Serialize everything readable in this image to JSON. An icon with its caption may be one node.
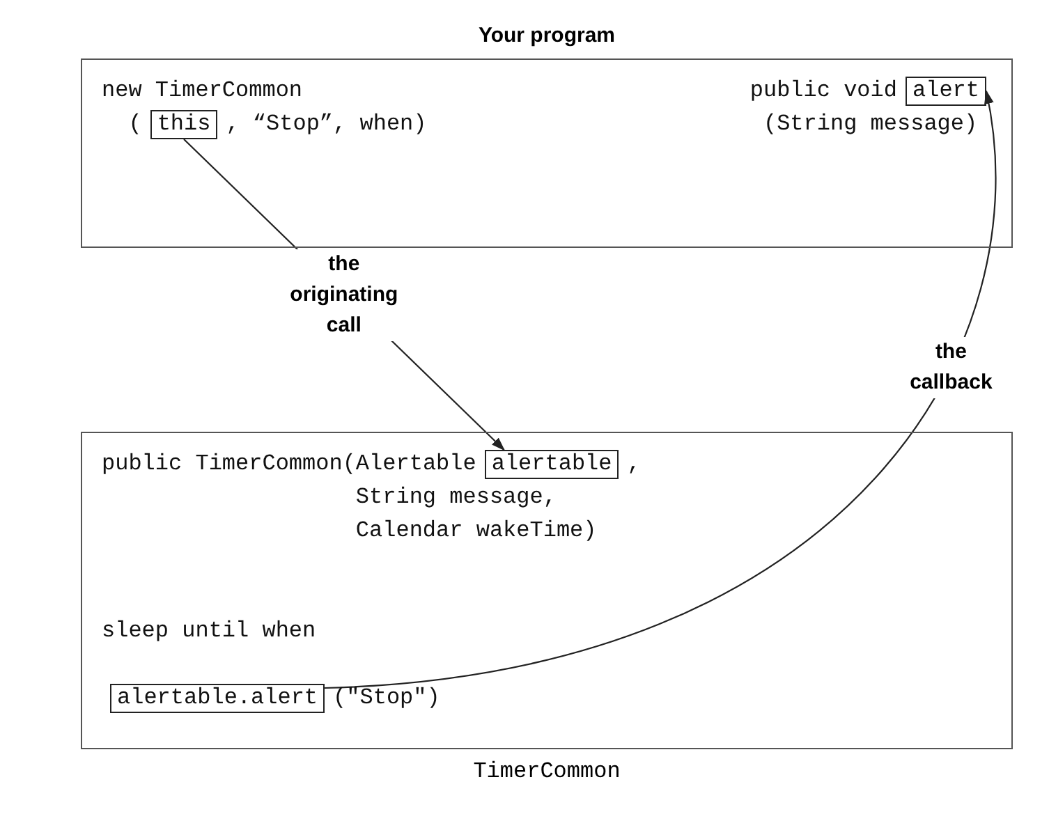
{
  "diagram": {
    "nodes": [
      {
        "text": [
          "Your program",
          "new TimerCommon",
          "(",
          ", “Stop”, when)",
          "public void",
          "(String message)"
        ]
      },
      {
        "text": [
          "this"
        ],
        "in": 0
      },
      {
        "text": [
          "alert"
        ],
        "in": 0
      },
      {
        "text": [
          "TimerCommon",
          "public TimerCommon(Alertable",
          ",",
          "String message, Calendar wakeTime)",
          "sleep until when",
          "(\"Stop\")"
        ]
      },
      {
        "text": [
          "alertable"
        ],
        "in": 3
      },
      {
        "text": [
          "alertable.alert"
        ],
        "in": 3
      }
    ],
    "edges": [
      {
        "from": 1,
        "to": 4,
        "arrow": "to",
        "label": "the originating call"
      },
      {
        "from": 5,
        "to": 2,
        "arrow": "to",
        "label": "the callback"
      }
    ]
  }
}
